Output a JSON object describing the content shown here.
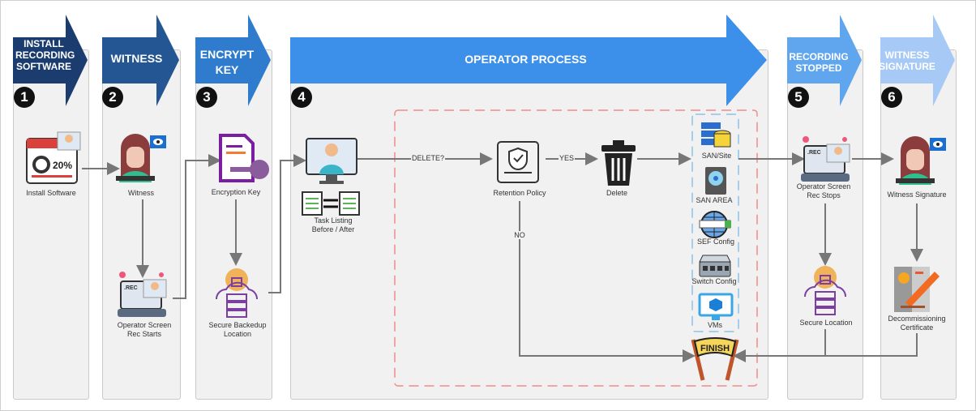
{
  "stages": [
    {
      "number": "1",
      "title": "INSTALL RECORDING SOFTWARE",
      "color": "#1b3c6e"
    },
    {
      "number": "2",
      "title": "WITNESS",
      "color": "#245693"
    },
    {
      "number": "3",
      "title": "ENCRYPT KEY",
      "color": "#2f7ccf"
    },
    {
      "number": "4",
      "title": "OPERATOR PROCESS",
      "color": "#3c90ea"
    },
    {
      "number": "5",
      "title": "RECORDING STOPPED",
      "color": "#5fa6ef"
    },
    {
      "number": "6",
      "title": "WITNESS SIGNATURE",
      "color": "#a7c9f5"
    }
  ],
  "nodes": {
    "install": "Install Software",
    "install_progress": "20%",
    "witness": "Witness",
    "rec_starts_1": "Operator Screen",
    "rec_starts_2": "Rec Starts",
    "encryption_key": "Encryption Key",
    "backup_1": "Secure Backedup",
    "backup_2": "Location",
    "task_1": "Task Listing",
    "task_2": "Before / After",
    "retention": "Retention Policy",
    "delete": "Delete",
    "san_site": "SAN/Site",
    "san_area": "SAN AREA",
    "sef": "SEF Config",
    "switch": "Switch Config",
    "vms": "VMs",
    "finish": "FINISH",
    "rec_stops_1": "Operator Screen",
    "rec_stops_2": "Rec Stops",
    "rec_badge": ".REC",
    "secure_location": "Secure Location",
    "witness_signature": "Witness Signature",
    "cert_1": "Decommissioning",
    "cert_2": "Certificate"
  },
  "edges": {
    "delete_q": "DELETE?",
    "yes": "YES",
    "no": "NO"
  },
  "colors": {
    "panel": "#f1f1f1",
    "line": "#777777",
    "red_dash": "#f08a8a",
    "blue_dash": "#8ec3e6"
  }
}
